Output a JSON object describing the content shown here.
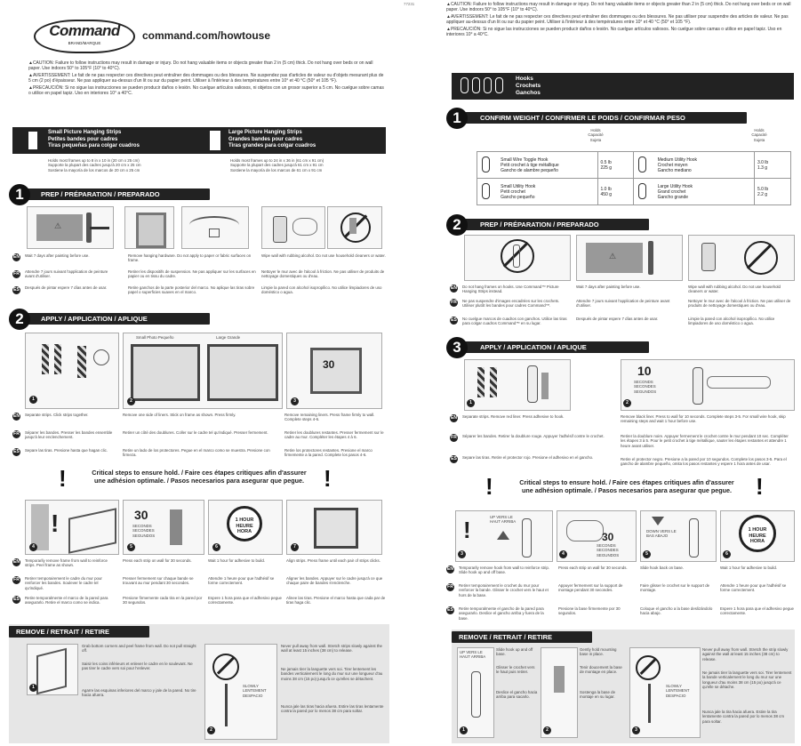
{
  "left": {
    "page_code": "",
    "logo": {
      "brand": "Command",
      "sub": "BRAND/MARQUE"
    },
    "url": "command.com/howtouse",
    "caution": [
      "▲CAUTION: Failure to follow instructions may result in damage or injury. Do not hang valuable items or objects greater than 2 in (5 cm) thick. Do not hang over beds or on wall paper. Use indoors 50° to 105°F (10° to 40°C).",
      "▲AVERTISSEMENT: Le fait de ne pas respecter ces directives peut entraîner des dommages ou des blessures. Ne suspendez pas d'articles de valeur ou d'objets mesurant plus de 5 cm (2 po) d'épaisseur. Ne pas appliquer au-dessus d'un lit ou sur du papier peint. Utiliser à l'intérieur à des températures entre 10° et 40 °C (50° et 105 °F).",
      "▲PRECAUCIÓN: Si no sigue las instrucciones se pueden producir daños o lesión. No cuelgue artículos valiosos, ni objetos con un grosor superior a 5 cm. No cuelgue sobre camas o utilice en papel tapiz. Uso en interiores 10° a 40°C."
    ],
    "strips": [
      {
        "title": [
          "Small Picture Hanging Strips",
          "Petites bandes pour cadres",
          "Tiras pequeñas para colgar cuadros"
        ],
        "notes": [
          "Holds most frames up to 8 in x 10 in (20 cm x 25 cm)",
          "Supporte la plupart des cadres jusqu'à 20 cm x 25 cm",
          "Sostiene la mayoría de los marcos de 20 cm x 25 cm"
        ]
      },
      {
        "title": [
          "Large Picture Hanging Strips",
          "Grandes bandes pour cadres",
          "Tiras grandes para colgar cuadros"
        ],
        "notes": [
          "Holds most frames up to 24 in x 36 in (61 cm x 91 cm)",
          "Supporte la plupart des cadres jusqu'à 61 cm x 91 cm",
          "Sostiene la mayoría de los marcos de 61 cm x 91 cm"
        ]
      }
    ],
    "step1": {
      "num": "1",
      "title": "PREP / PRÉPARATION / PREPARADO",
      "en": [
        "Wait 7 days after painting before use.",
        "Remove hanging hardware. Do not apply to paper or fabric surfaces on frame.",
        "Wipe wall with rubbing alcohol. Do not use household cleaners or water."
      ],
      "fr": [
        "Attendre 7 jours suivant l'application de peinture avant d'utiliser.",
        "Retirer les dispositifs de suspension. Ne pas appliquer sur les surfaces en papier ou en tissu du cadre.",
        "Nettoyer le mur avec de l'alcool à friction. Ne pas utiliser de produits de nettoyage domestiques ou d'eau."
      ],
      "es": [
        "Después de pintar espere 7 días antes de usar.",
        "Retire ganchos de la parte posterior del marco. No aplique las tiras sobre papel o superficies suaves en el marco.",
        "Limpie la pared con alcohol isopropílico. No utilice limpiadores de uso doméstico o agua."
      ]
    },
    "step2": {
      "num": "2",
      "title": "APPLY / APPLICATION / APLIQUE",
      "panel_labels": [
        "Small Photo Pequeño",
        "Large Grande"
      ],
      "card_30": "30",
      "en": [
        "Separate strips. Click strips together.",
        "Remove one side of liners. Stick on frame as shown. Press firmly.",
        "Remove remaining liners. Press frame firmly to wall. Complete steps 4-6."
      ],
      "fr": [
        "Séparer les bandes. Presser les bandes ensemble jusqu'à leur enclenchement.",
        "Retirer un côté des doublures. Coller sur le cadre tel qu'indiqué. Presser fermement.",
        "Retirer les doublures restantes. Presser fermement sur le cadre au mur. Compléter les étapes 4 à 6."
      ],
      "es": [
        "Separe las tiras. Presione hasta que hagan clic.",
        "Retire un lado de los protectores. Pegue en el marco como se muestra. Presione con firmeza.",
        "Retire los protectores restantes. Presione el marco firmemente a la pared. Complete los pasos 4-6."
      ]
    },
    "critical": [
      "Critical steps to ensure hold. / Faire ces étapes critiques afin d'assurer",
      "une adhésion optimale. / Pasos necesarios para asegurar que pegue."
    ],
    "step4": {
      "card_30": "30",
      "card_30_sub": "SECONDS SECONDES SEGUNDOS",
      "hour": [
        "1 HOUR",
        "HEURE",
        "HORA"
      ],
      "en": [
        "Temporarily remove frame from wall to reinforce strips. Peel frame as shown.",
        "Press each strip on wall for 30 seconds.",
        "Wait 1 hour for adhesive to build.",
        "Align strips. Press frame until each pair of strips clicks."
      ],
      "fr": [
        "Retirer temporairement le cadre du mur pour renforcer les bandes. Soulever le cadre tel qu'indiqué.",
        "Presser fermement sur chaque bande se trouvant au mur pendant 30 secondes.",
        "Attendre 1 heure pour que l'adhésif se forme correctement.",
        "Aligner les bandes. Appuyer sur le cadre jusqu'à ce que chaque paire de bandes s'enclenche."
      ],
      "es": [
        "Retire temporalmente el marco de la pared para asegurarlo. Retire el marco como se indica.",
        "Presione firmemente cada tira en la pared por 30 segundos.",
        "Espere 1 hora para que el adhesivo pegue correctamente.",
        "Alinee las tiras. Presione el marco hasta que cada par de tiras haga clic."
      ]
    },
    "remove": {
      "title": "REMOVE / RETRAIT / RETIRE",
      "slowly": "SLOWLY LENTEMENT DESPACIO",
      "col1": [
        "Grab bottom corners and peel frame from wall. Do not pull straight off.",
        "Saisir les coins inférieurs et enlever le cadre en le soulevant. Ne pas tirer le cadre vers soi pour l'enlever.",
        "Agarre las esquinas inferiores del marco y jale de la pared. No tire hacia afuera."
      ],
      "col2": [
        "Never pull away from wall. Stretch strips slowly against the wall at least 15 inches (38 cm) to release.",
        "Ne jamais tirer la languette vers soi. Tirer lentement les bandes verticalement le long du mur sur une longueur d'au moins 38 cm (15 po) jusqu'à ce qu'elles se détachent.",
        "Nunca jale las tiras hacia afuera. Estire las tiras lentamente contra la pared por lo menos 38 cm para soltar."
      ]
    }
  },
  "right": {
    "page_code": "77231",
    "caution": [
      "▲CAUTION: Failure to follow instructions may result in damage or injury. Do not hang valuable items or objects greater than 2 in (5 cm) thick. Do not hang over beds or on wall paper. Use indoors 50° to 105°F (10° to 40°C).",
      "▲AVERTISSEMENT: Le fait de ne pas respecter ces directives peut entraîner des dommages ou des blessures. Ne pas utiliser pour suspendre des articles de valeur. Ne pas appliquer au-dessus d'un lit ou sur du papier peint. Utiliser à l'intérieur à des températures entre 10° et 40 °C (50° et 105 °F).",
      "▲PRECAUCIÓN: Si no sigue las instrucciones se pueden producir daños o lesión. No cuelgue artículos valiosos. No cuelgue sobre camas o utilice en papel tapiz. Uso en interiores 10° a 40°C."
    ],
    "hooks_title": [
      "Hooks",
      "Crochets",
      "Ganchos"
    ],
    "step1": {
      "num": "1",
      "title": "CONFIRM WEIGHT / CONFIRMER LE POIDS / CONFIRMAR PESO",
      "capacity": [
        "Holds",
        "Capacité",
        "Sujeta"
      ],
      "rows": [
        {
          "a_name": [
            "Small Wire Toggle Hook",
            "Petit crochet à tige métallique",
            "Gancho de alambre pequeño"
          ],
          "a_cap": [
            "0.5 lb",
            "225 g"
          ],
          "b_name": [
            "Medium Utility Hook",
            "Crochet moyen",
            "Gancho mediano"
          ],
          "b_cap": [
            "3.0 lb",
            "1.3 g"
          ]
        },
        {
          "a_name": [
            "Small Utility Hook",
            "Petit crochet",
            "Gancho pequeño"
          ],
          "a_cap": [
            "1.0 lb",
            "450 g"
          ],
          "b_name": [
            "Large Utility Hook",
            "Grand crochet",
            "Gancho grande"
          ],
          "b_cap": [
            "5.0 lb",
            "2.2 g"
          ]
        }
      ]
    },
    "step2": {
      "num": "2",
      "title": "PREP / PRÉPARATION / PREPARADO",
      "en": [
        "Do not hang frames on hooks. Use Command™ Picture Hanging Strips instead.",
        "Wait 7 days after painting before use.",
        "Wipe wall with rubbing alcohol. Do not use household cleaners or water."
      ],
      "fr": [
        "Ne pas suspendre d'images encadrées sur les crochets. Utiliser plutôt les bandes pour cadres Command™.",
        "Attendre 7 jours suivant l'application de peinture avant d'utiliser.",
        "Nettoyer le mur avec de l'alcool à friction. Ne pas utiliser de produits de nettoyage domestiques ou d'eau."
      ],
      "es": [
        "No cuelgue marcos de cuadros con ganchos. Utilice las tiras para colgar cuadros Command™ en su lugar.",
        "Después de pintar espere 7 días antes de usar.",
        "Limpie la pared con alcohol isopropílico. No utilice limpiadores de uso doméstico o agua."
      ]
    },
    "step3": {
      "num": "3",
      "title": "APPLY / APPLICATION / APLIQUE",
      "card_10": "10",
      "card_10_sub": "SECONDS SECONDES SEGUNDOS",
      "en": [
        "Separate strips. Remove red liner. Press adhesive to hook.",
        "Remove black liner. Press to wall for 10 seconds. Complete steps 3-5. For small wire hook, skip remaining steps and wait 1 hour before use."
      ],
      "fr": [
        "Séparer les bandes. Retirer la doublure rouge. Appuyer l'adhésif contre le crochet.",
        "Retirer la doublure noire. Appuyer fermement le crochet contre le mur pendant 10 sec. Compléter les étapes 3 à 5. Pour le petit crochet à tige métallique, sauter les étapes restantes et attendre 1 heure avant utiliser."
      ],
      "es": [
        "Separe las tiras. Retire el protector rojo. Presione el adhesivo en el gancho.",
        "Retire el protector negro. Presione a la pared por 10 segundos. Complete los pasos 3-5. Para el gancho de alambre pequeño, omita los pasos restantes y espere 1 hora antes de usar."
      ]
    },
    "critical": [
      "Critical steps to ensure hold. / Faire ces étapes critiques afin d'assurer",
      "une adhésion optimale. / Pasos necesarios para asegurar que pegue."
    ],
    "step4": {
      "up": "UP VERS LE HAUT ARRIBA",
      "down": "DOWN VERS LE BAS ABAJO",
      "card_30": "30",
      "card_30_sub": "SECONDS SECONDES SEGUNDOS",
      "hour": [
        "1 HOUR",
        "HEURE",
        "HORA"
      ],
      "en": [
        "Temporarily remove hook from wall to reinforce strip. Slide hook up and off base.",
        "Press each strip on wall for 30 seconds.",
        "Slide hook back on base.",
        "Wait 1 hour for adhesive to build."
      ],
      "fr": [
        "Retirer temporairement le crochet du mur pour renforcer la bande. Glisser le crochet vers le haut et hors de la base.",
        "Appuyer fermement sur la support de montage pendant 30 secondes.",
        "Faire glisser le crochet sur le support de montage.",
        "Attendre 1 heure pour que l'adhésif se forme correctement."
      ],
      "es": [
        "Retire temporalmente el gancho de la pared para asegurarlo. Deslice el gancho arriba y fuera de la base.",
        "Presione la base firmemente por 30 segundos.",
        "Coloque el gancho a la base deslizándolo hacia abajo.",
        "Espere 1 hora para que el adhesivo pegue correctamente."
      ]
    },
    "remove": {
      "title": "REMOVE / RETRAIT / RETIRE",
      "slowly": "SLOWLY LENTEMENT DESPACIO",
      "col1": [
        "Slide hook up and off base.",
        "Glisser le crochet vers le haut puis retirer.",
        "Deslice el gancho hacia arriba para sacarlo."
      ],
      "col2": [
        "Gently hold mounting base in place.",
        "Tenir doucement la base de montage en place.",
        "Sostenga la base de montaje en su lugar."
      ],
      "col3": [
        "Never pull away from wall. Stretch the strip slowly against the wall at least 15 inches (38 cm) to release.",
        "Ne jamais tirer la languette vers soi. Tirer lentement la bande verticalement le long du mur sur une longueur d'au moins 38 cm (15 po) jusqu'à ce qu'elle se détache.",
        "Nunca jale la tira hacia afuera. Estire la tira lentamente contra la pared por lo menos 38 cm para soltar."
      ]
    }
  }
}
